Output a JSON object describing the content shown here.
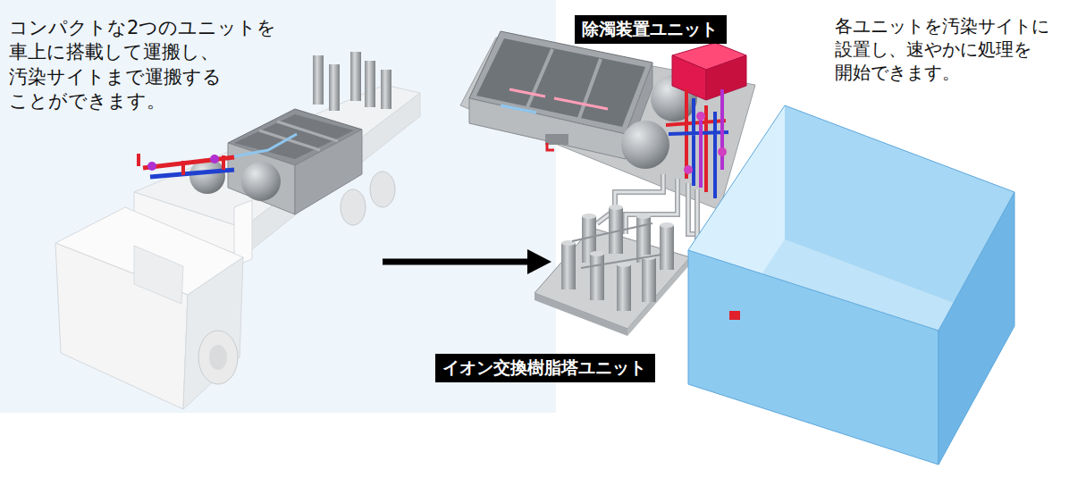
{
  "diagram": {
    "nodes": [
      {
        "text": [
          "除濁装置ユニット"
        ]
      },
      {
        "text": [
          "イオン交換樹脂塔ユニット"
        ]
      }
    ],
    "labels": [
      "コンパクトな2つのユニットを 車上に搭載して運搬し、 汚染サイトまで運搬する ことができます。",
      "各ユニットを汚染サイトに 設置し、速やかに処理を 開始できます。"
    ]
  }
}
